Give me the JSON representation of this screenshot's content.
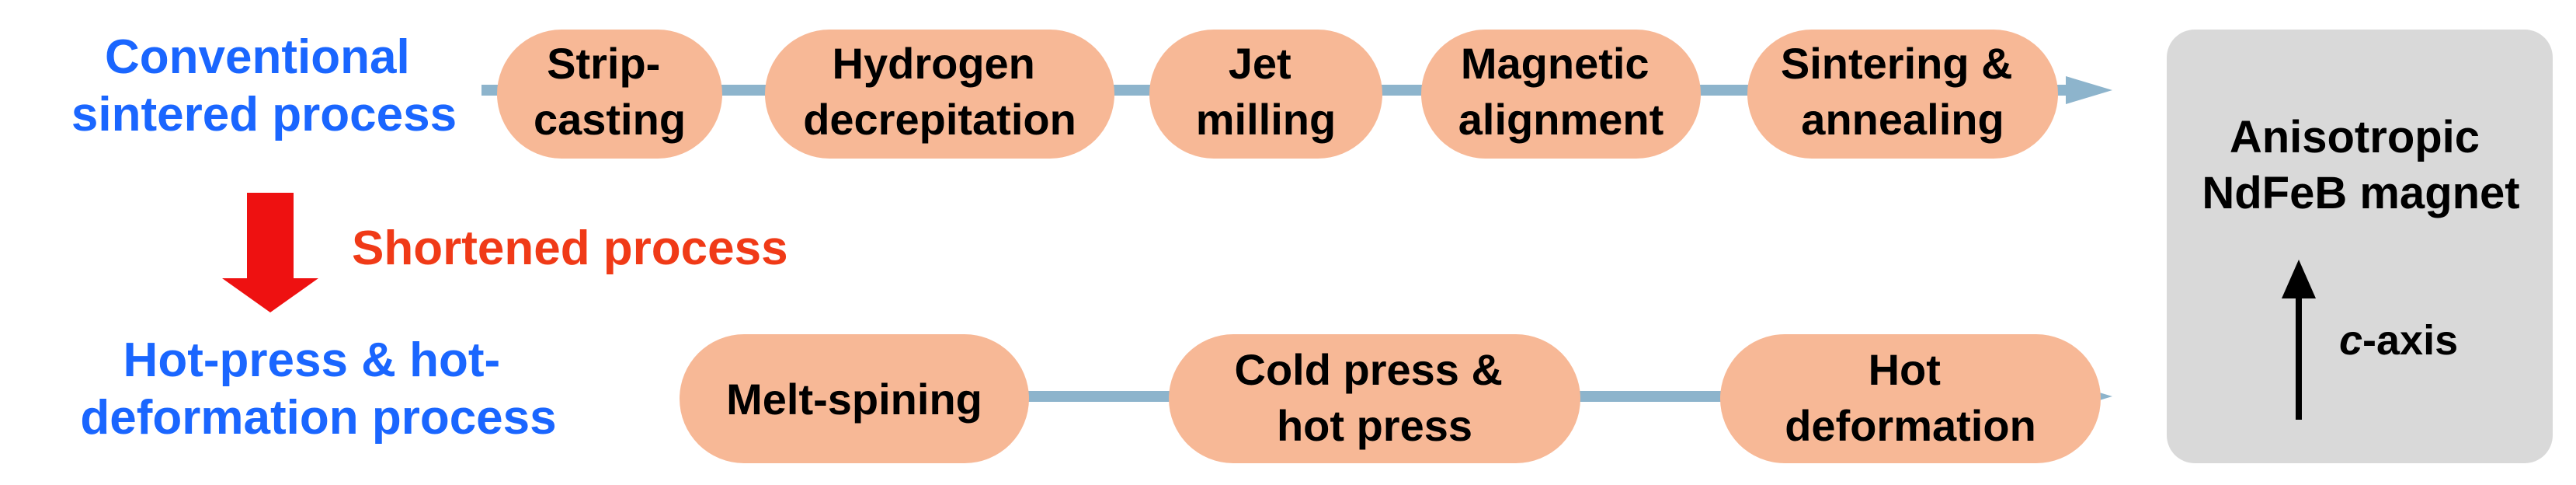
{
  "process_labels": {
    "conventional": [
      "Conventional",
      "sintered process"
    ],
    "shortened": "Shortened process",
    "hot": [
      "Hot-press & hot-",
      "deformation process"
    ]
  },
  "top_steps": [
    [
      "Strip-",
      "casting"
    ],
    [
      "Hydrogen",
      "decrepitation"
    ],
    [
      "Jet",
      "milling"
    ],
    [
      "Magnetic",
      "alignment"
    ],
    [
      "Sintering &",
      "annealing"
    ]
  ],
  "bottom_steps": [
    [
      "Melt-spining"
    ],
    [
      "Cold press &",
      "hot press"
    ],
    [
      "Hot",
      "deformation"
    ]
  ],
  "result": {
    "title": [
      "Anisotropic",
      "NdFeB magnet"
    ],
    "axis_italic": "c",
    "axis_rest": "-axis"
  },
  "colors": {
    "step_fill": "#f7b896",
    "connector": "#8db4cc",
    "blue_text": "#1a66ff",
    "red_text": "#f03a17",
    "down_arrow": "#ee1111",
    "result_box": "#d9d9d9"
  }
}
